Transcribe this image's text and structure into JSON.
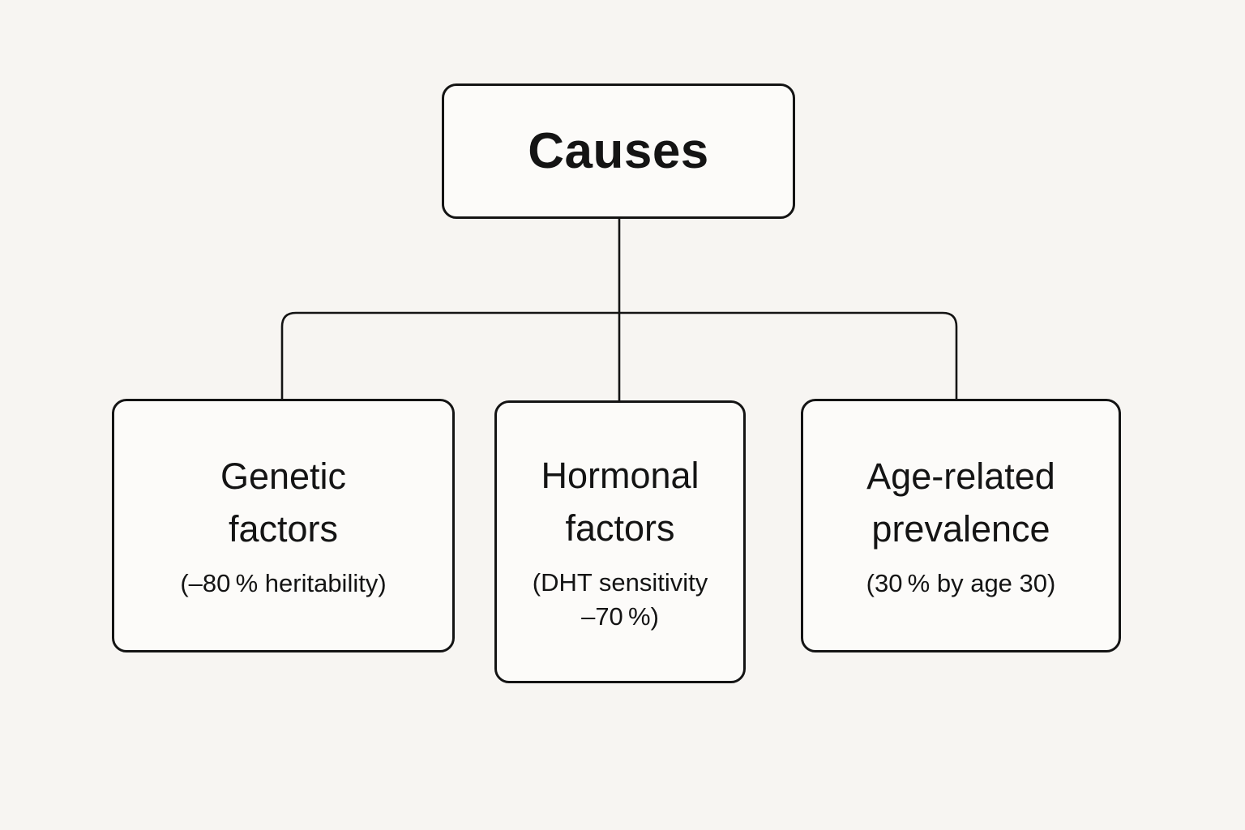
{
  "diagram": {
    "root": {
      "label": "Causes"
    },
    "children": [
      {
        "title": "Genetic\nfactors",
        "subtitle": "(–80 % heritability)"
      },
      {
        "title": "Hormonal\nfactors",
        "subtitle": "(DHT sensitivity\n–70 %)"
      },
      {
        "title": "Age-related\nprevalence",
        "subtitle": "(30 % by age 30)"
      }
    ],
    "colors": {
      "background": "#f7f5f2",
      "box_fill": "#fcfbf9",
      "line": "#141414",
      "text": "#141414"
    }
  }
}
